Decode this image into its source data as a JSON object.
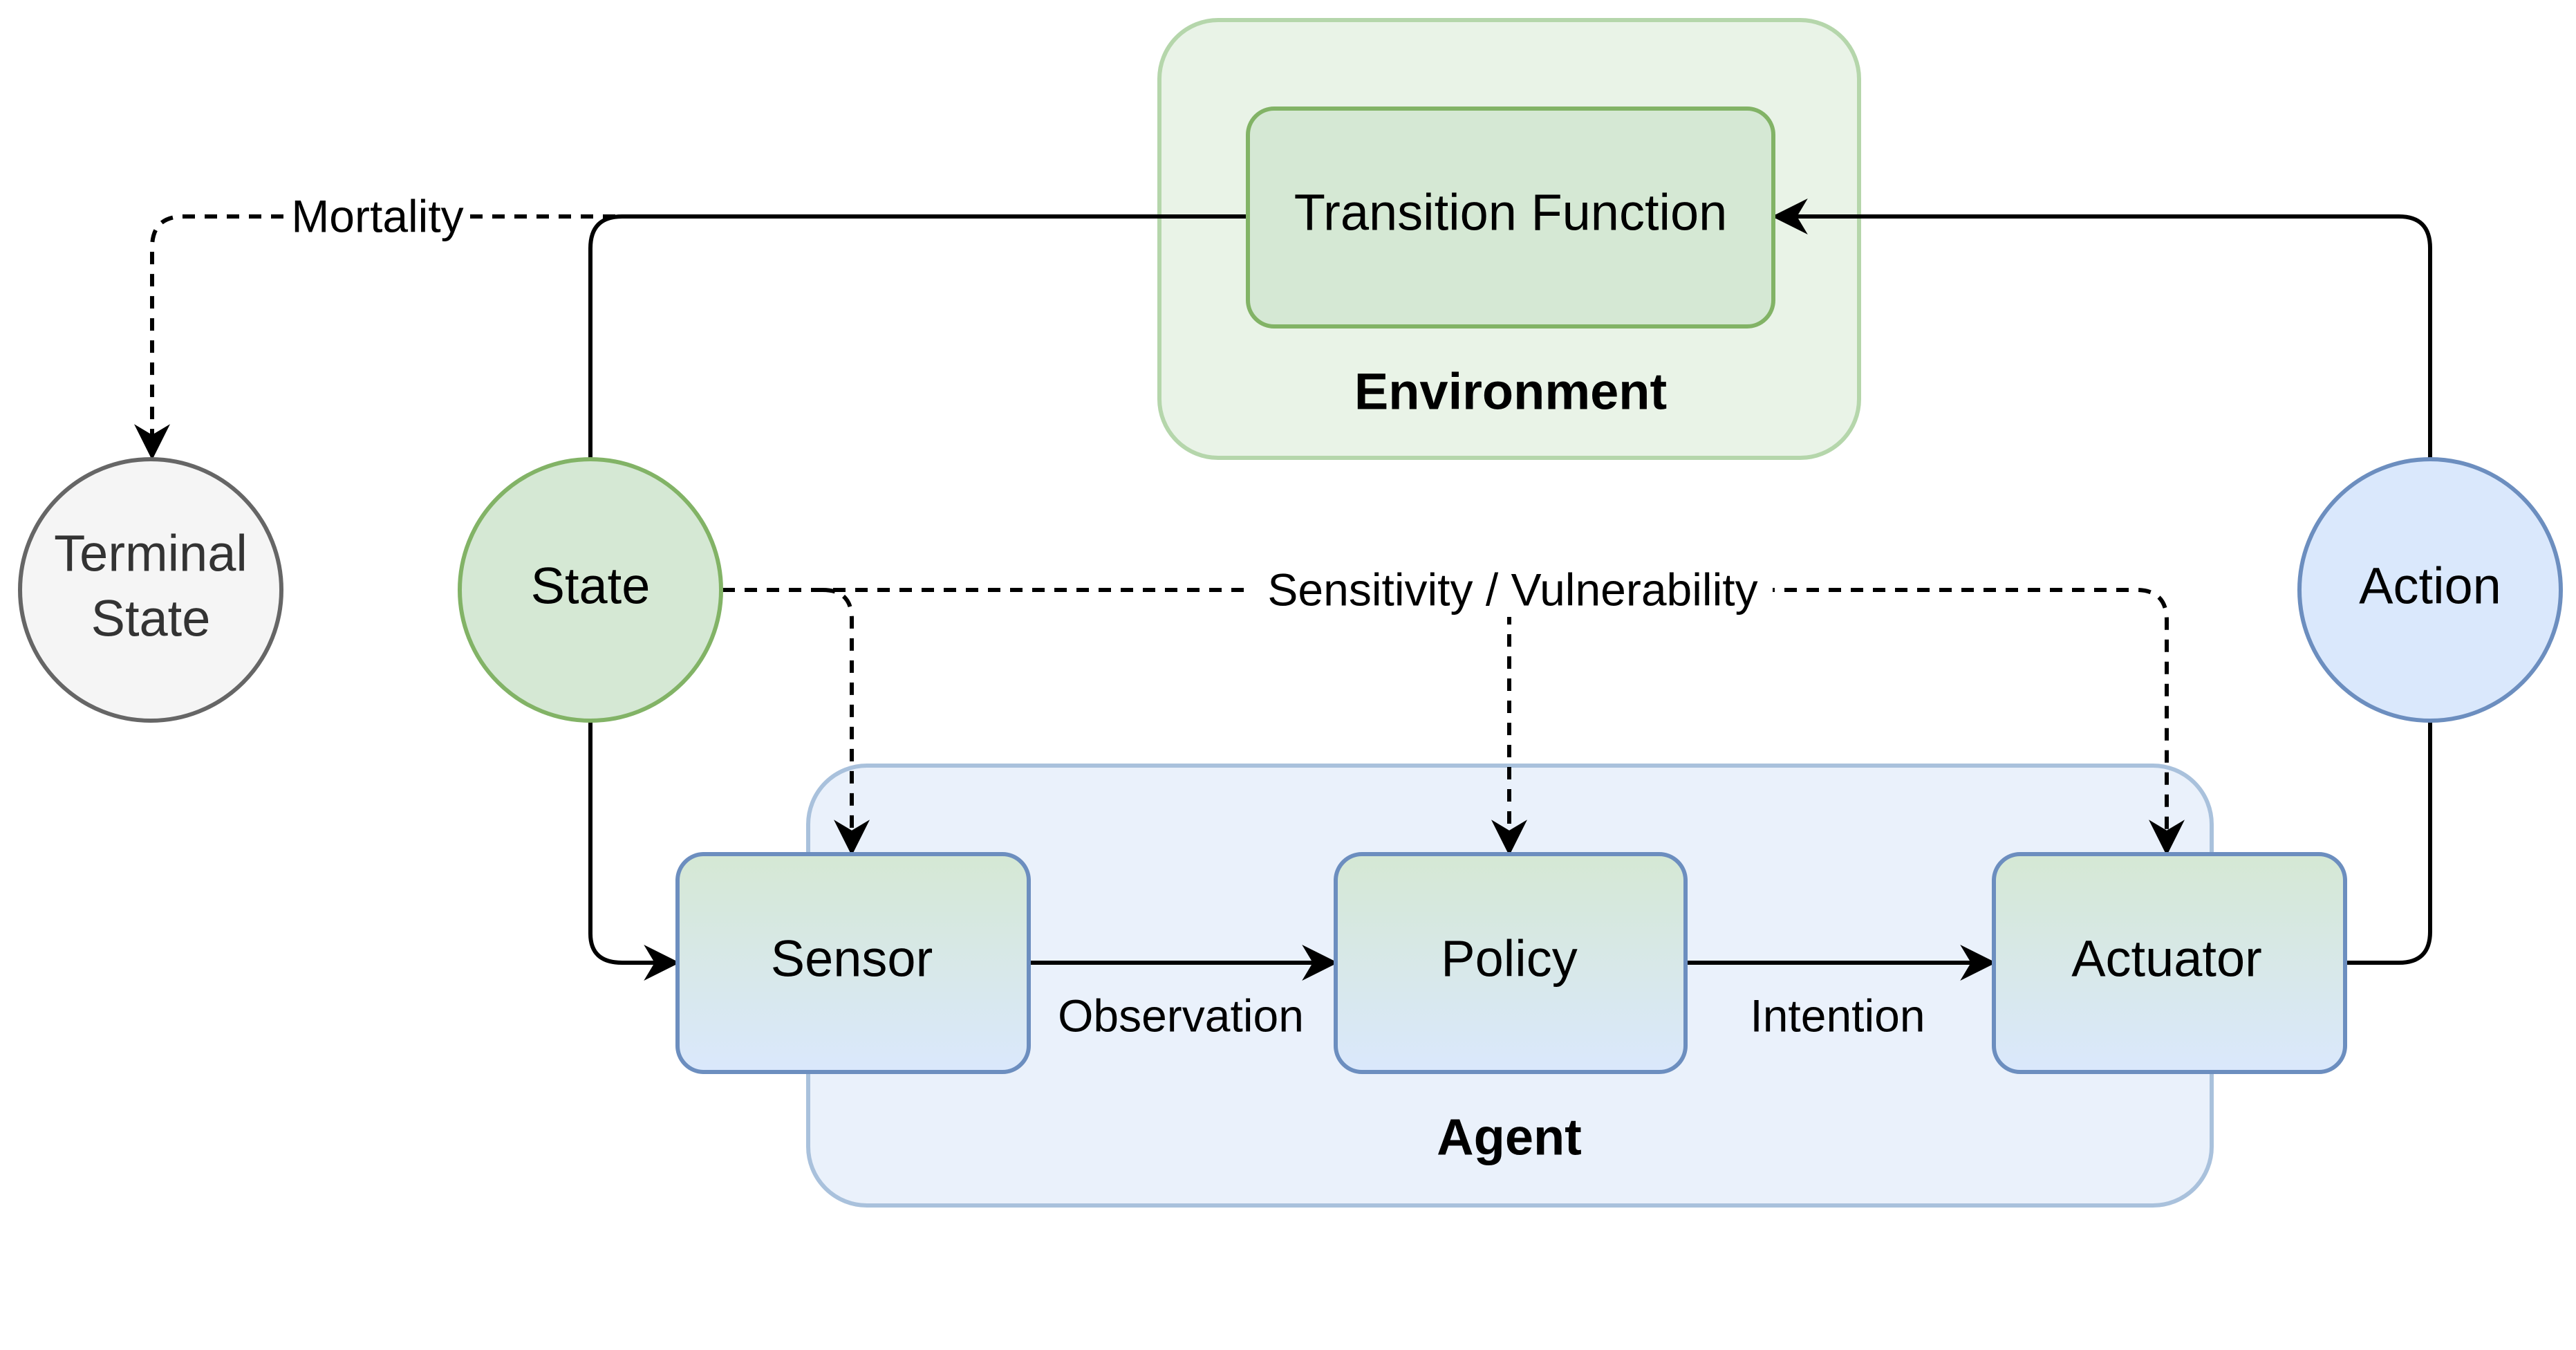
{
  "groups": {
    "environment": "Environment",
    "agent": "Agent"
  },
  "nodes": {
    "transition_function": "Transition Function",
    "state": "State",
    "action": "Action",
    "terminal_state_line1": "Terminal",
    "terminal_state_line2": "State",
    "sensor": "Sensor",
    "policy": "Policy",
    "actuator": "Actuator"
  },
  "edges": {
    "mortality": "Mortality",
    "sensitivity": "Sensitivity / Vulnerability",
    "observation": "Observation",
    "intention": "Intention"
  },
  "colors": {
    "environment_fill": "#e9f3e7",
    "environment_stroke": "#b5d6ab",
    "agent_fill": "#eaf1fb",
    "agent_stroke": "#a9c1dc",
    "green_fill": "#d5e8d4",
    "green_stroke": "#82b366",
    "blue_fill": "#dae8fc",
    "blue_stroke": "#6c8ebf",
    "terminal_fill": "#f5f5f5",
    "terminal_stroke": "#666666",
    "line": "#000000"
  }
}
